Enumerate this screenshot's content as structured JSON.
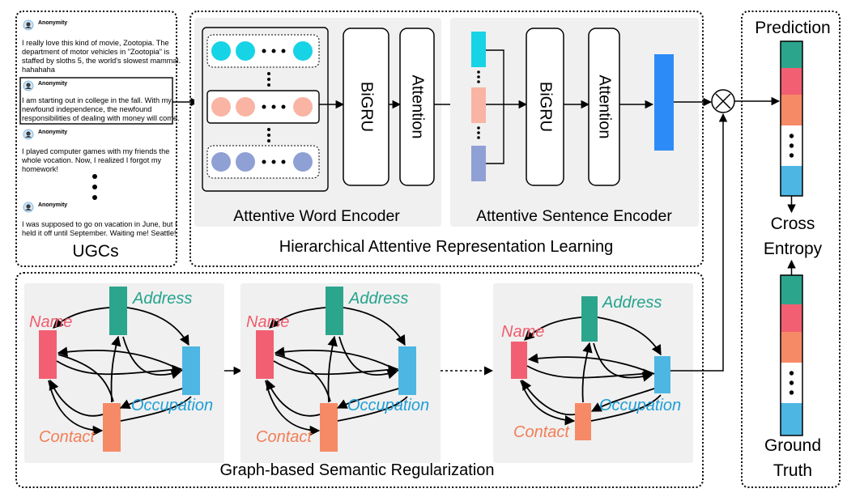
{
  "ugcs": {
    "title": "UGCs",
    "posts": [
      {
        "user": "Anonymity",
        "lines": [
          "I really love this kind of movie, Zootopia. The",
          "department of motor vehicles in \"Zootopia\" is",
          "staffed by sloths 5, the world's slowest mammal.",
          "hahahaha"
        ]
      },
      {
        "user": "Anonymity",
        "lines": [
          "I am starting out in college in the fall. With my",
          "newfound independence, the newfound",
          "responsibilities of dealing with money will come."
        ]
      },
      {
        "user": "Anonymity",
        "lines": [
          "I played computer games with my friends the",
          "whole vocation. Now, I realized I forgot my",
          "homework!"
        ]
      },
      {
        "user": "Anonymity",
        "lines": [
          "I was supposed to go on vacation in June, but I",
          "held it off until September. Waiting me! Seattle!"
        ]
      }
    ]
  },
  "harl": {
    "title": "Hierarchical Attentive Representation Learning",
    "word_encoder": {
      "title": "Attentive Word Encoder",
      "bigru": "BiGRU",
      "attention": "Attention"
    },
    "sentence_encoder": {
      "title": "Attentive Sentence Encoder",
      "bigru": "BiGRU",
      "attention": "Attention"
    }
  },
  "gsr": {
    "title": "Graph-based Semantic Regularization",
    "nodes": {
      "address": "Address",
      "name": "Name",
      "occupation": "Occupation",
      "contact": "Contact"
    }
  },
  "output": {
    "prediction": "Prediction",
    "loss_line1": "Cross",
    "loss_line2": "Entropy",
    "truth_line1": "Ground",
    "truth_line2": "Truth"
  },
  "colors": {
    "teal": "#2CA58D",
    "red": "#F25F72",
    "orange": "#F78A66",
    "blue": "#4DB6E2",
    "cyan": "#17D3E6",
    "pink": "#F9B4A4",
    "lavender": "#8FA0D4",
    "bright_blue": "#2D8BF7",
    "panel": "#F0F0F0",
    "address_label": "#23A38B",
    "name_label": "#F05C6E",
    "occupation_label": "#1E9ED6",
    "contact_label": "#F27D56"
  }
}
